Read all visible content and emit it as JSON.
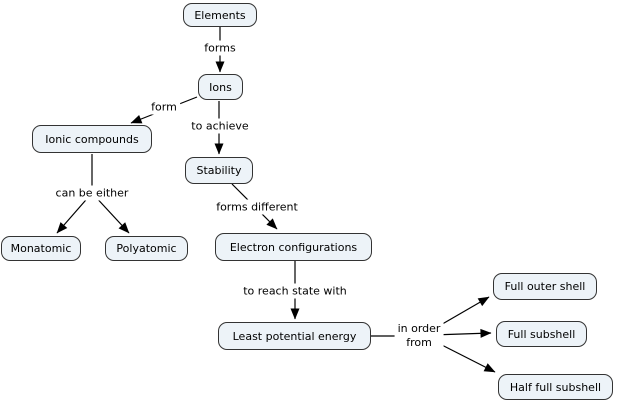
{
  "theme": {
    "background": "#ffffff",
    "node_fill": "#edf3f8",
    "node_border": "#333333",
    "text_color": "#000000",
    "arrow_color": "#000000"
  },
  "nodes": {
    "elements": {
      "label": "Elements"
    },
    "ions": {
      "label": "Ions"
    },
    "ionic_compounds": {
      "label": "Ionic compounds"
    },
    "stability": {
      "label": "Stability"
    },
    "monatomic": {
      "label": "Monatomic"
    },
    "polyatomic": {
      "label": "Polyatomic"
    },
    "electron_configurations": {
      "label": "Electron configurations"
    },
    "least_potential_energy": {
      "label": "Least potential energy"
    },
    "full_outer_shell": {
      "label": "Full outer shell"
    },
    "full_subshell": {
      "label": "Full subshell"
    },
    "half_full_subshell": {
      "label": "Half full subshell"
    }
  },
  "links": {
    "forms": {
      "label": "forms"
    },
    "form": {
      "label": "form"
    },
    "to_achieve": {
      "label": "to achieve"
    },
    "can_be_either": {
      "label": "can be either"
    },
    "forms_different": {
      "label": "forms different"
    },
    "to_reach_state_with": {
      "label": "to reach state with"
    },
    "in_order_from": {
      "line1": "in order",
      "line2": "from"
    }
  },
  "edges": [
    {
      "from": "Elements",
      "label": "forms",
      "to": "Ions"
    },
    {
      "from": "Ions",
      "label": "form",
      "to": "Ionic compounds"
    },
    {
      "from": "Ions",
      "label": "to achieve",
      "to": "Stability"
    },
    {
      "from": "Ionic compounds",
      "label": "can be either",
      "to": "Monatomic"
    },
    {
      "from": "Ionic compounds",
      "label": "can be either",
      "to": "Polyatomic"
    },
    {
      "from": "Stability",
      "label": "forms different",
      "to": "Electron configurations"
    },
    {
      "from": "Electron configurations",
      "label": "to reach state with",
      "to": "Least potential energy"
    },
    {
      "from": "Least potential energy",
      "label": "in order from",
      "to": "Full outer shell"
    },
    {
      "from": "Least potential energy",
      "label": "in order from",
      "to": "Full subshell"
    },
    {
      "from": "Least potential energy",
      "label": "in order from",
      "to": "Half full subshell"
    }
  ]
}
